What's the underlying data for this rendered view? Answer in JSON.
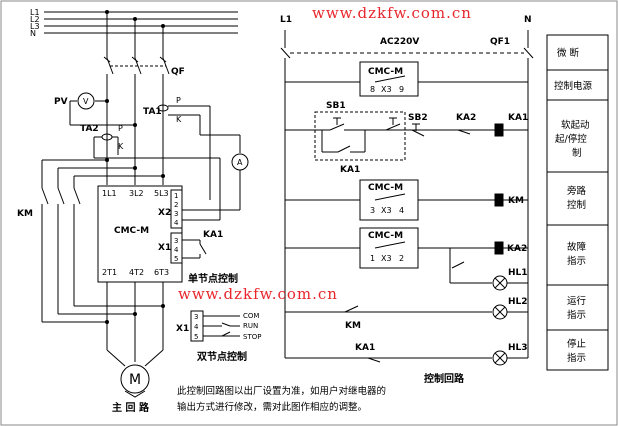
{
  "watermark": "www.dzkfw.com.cn",
  "bus_labels": [
    "L1",
    "L2",
    "L3",
    "N"
  ],
  "main_circuit": {
    "qf": "QF",
    "pv": "PV",
    "pv_meter": "V",
    "ammeter": "A",
    "ta1": "TA1",
    "ta2": "TA2",
    "p": "P",
    "k": "K",
    "km": "KM",
    "motor_symbol": "M",
    "title": "主 回 路"
  },
  "cmc": {
    "name": "CMC-M",
    "top_terminals": [
      "1L1",
      "3L2",
      "5L3"
    ],
    "bottom_terminals": [
      "2T1",
      "4T2",
      "6T3"
    ],
    "x2": "X2",
    "x1": "X1",
    "x2_pins": [
      "1",
      "2",
      "3",
      "4"
    ],
    "x1_pins": [
      "3",
      "4",
      "5"
    ]
  },
  "single_contact": {
    "ka1": "KA1",
    "title": "单节点控制"
  },
  "double_contact": {
    "x1": "X1",
    "pins": [
      "3",
      "4",
      "5"
    ],
    "com": "COM",
    "run": "RUN",
    "stop": "STOP",
    "title": "双节点控制"
  },
  "control": {
    "l1": "L1",
    "n": "N",
    "ac": "AC220V",
    "qf1": "QF1",
    "row1": {
      "box": "CMC-M",
      "pin_a": "8",
      "x": "X3",
      "pin_b": "9"
    },
    "sb1": "SB1",
    "sb2": "SB2",
    "ka2": "KA2",
    "ka1": "KA1",
    "ka1_hold": "KA1",
    "row3": {
      "box": "CMC-M",
      "pin_a": "3",
      "x": "X3",
      "pin_b": "4",
      "coil": "KM"
    },
    "row4": {
      "box": "CMC-M",
      "pin_a": "1",
      "x": "X3",
      "pin_b": "2",
      "coil": "KA2"
    },
    "hl1": "HL1",
    "hl2": "HL2",
    "hl3": "HL3",
    "km": "KM",
    "ka1_bottom": "KA1",
    "title": "控制回路"
  },
  "note_lines": [
    "此控制回路图以出厂设置为准，如用户对继电器的",
    "输出方式进行修改，需对此图作相应的调整。"
  ],
  "side_table": [
    [
      "微  断"
    ],
    [
      "控制电源"
    ],
    [
      "软起动",
      "起/停控",
      "制"
    ],
    [
      "旁路",
      "控制"
    ],
    [
      "故障",
      "指示"
    ],
    [
      "运行",
      "指示"
    ],
    [
      "停止",
      "指示"
    ]
  ]
}
